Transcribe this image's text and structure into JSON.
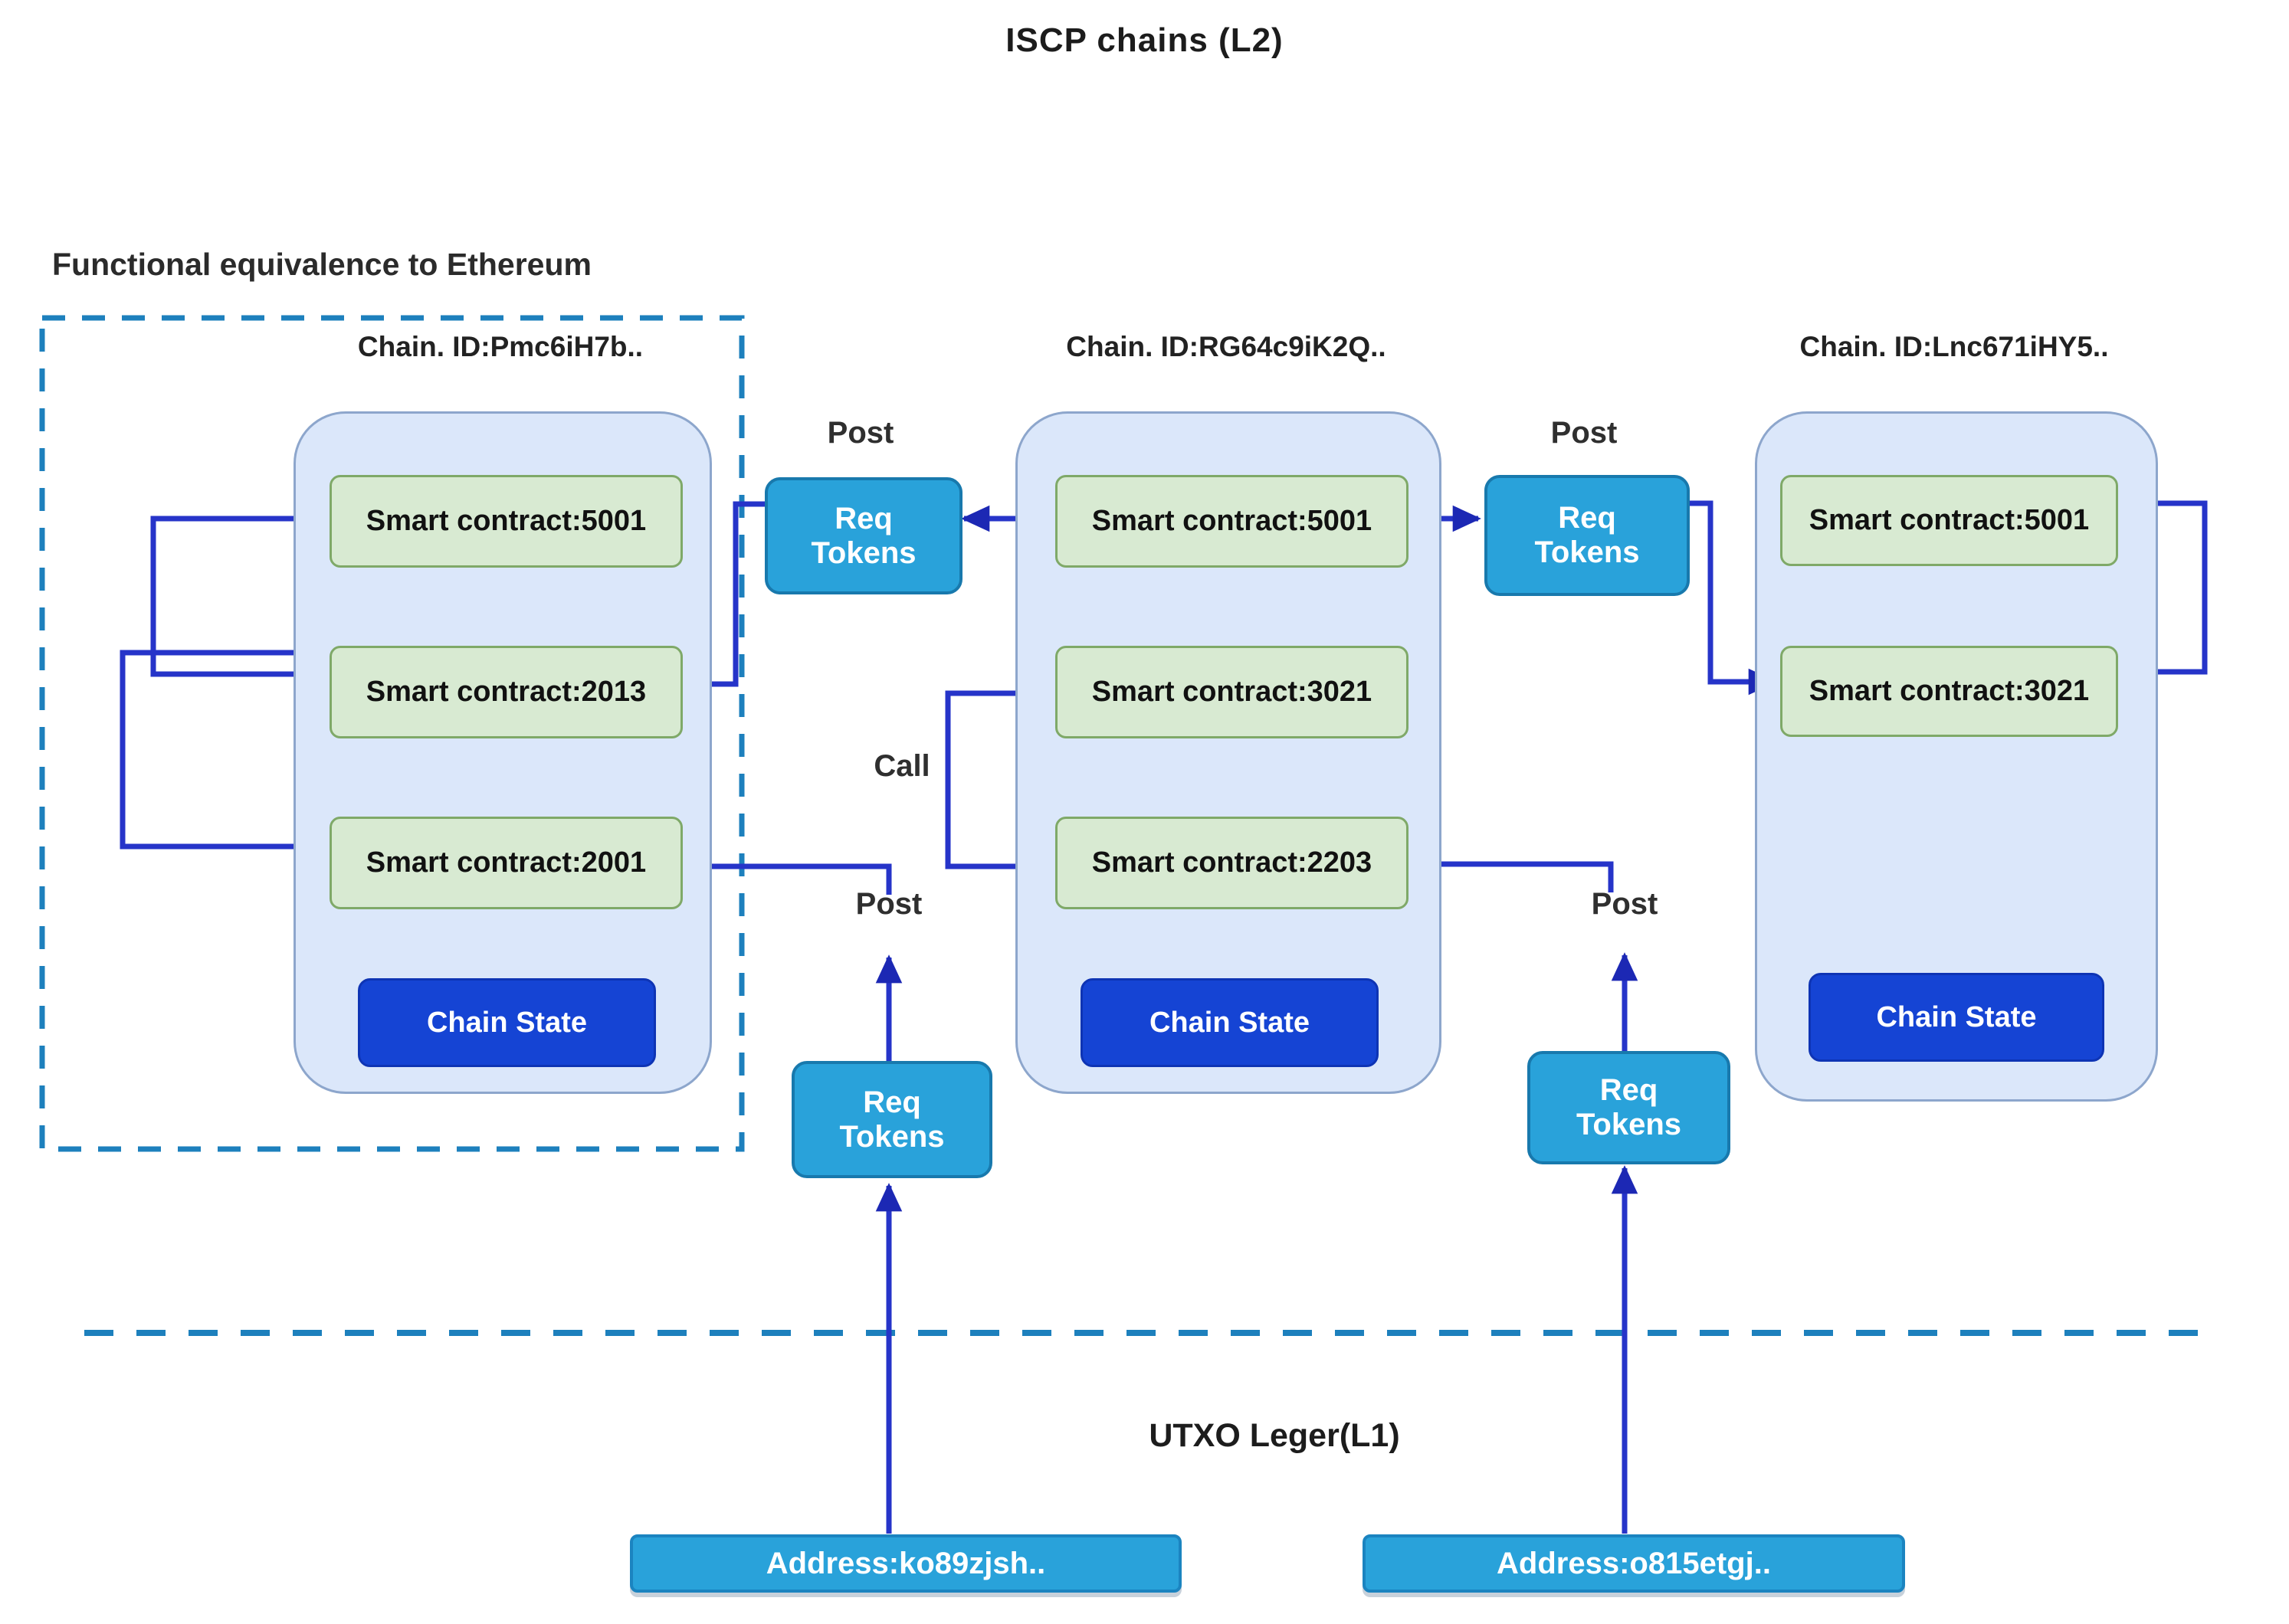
{
  "title": "ISCP chains (L2)",
  "annotation": "Functional equivalence to Ethereum",
  "separator_label": "UTXO Leger(L1)",
  "chains": [
    {
      "id_label": "Chain. ID:Pmc6iH7b..",
      "contracts": [
        "Smart contract:5001",
        "Smart contract:2013",
        "Smart contract:2001"
      ],
      "state_label": "Chain State"
    },
    {
      "id_label": "Chain. ID:RG64c9iK2Q..",
      "contracts": [
        "Smart contract:5001",
        "Smart contract:3021",
        "Smart contract:2203"
      ],
      "state_label": "Chain State"
    },
    {
      "id_label": "Chain. ID:Lnc671iHY5..",
      "contracts": [
        "Smart contract:5001",
        "Smart contract:3021"
      ],
      "state_label": "Chain State"
    }
  ],
  "req_tokens": {
    "label": "Req Tokens"
  },
  "edge_labels": {
    "post_top_left": "Post",
    "post_top_right": "Post",
    "post_bottom_left": "Post",
    "post_bottom_right": "Post",
    "call": "Call"
  },
  "addresses": [
    "Address:ko89zjsh..",
    "Address:o815etgj.."
  ],
  "colors": {
    "arrow": "#2634c9",
    "arrow_head": "#1c28b4",
    "dashed": "#1d80bd",
    "chain_fill": "#dbe7fa",
    "chain_border": "#8da6cc",
    "contract_fill": "#d8ead2",
    "contract_border": "#7fa968",
    "state_fill": "#1544d4",
    "req_tokens_fill": "#29a2da",
    "address_fill": "#29a2da"
  }
}
